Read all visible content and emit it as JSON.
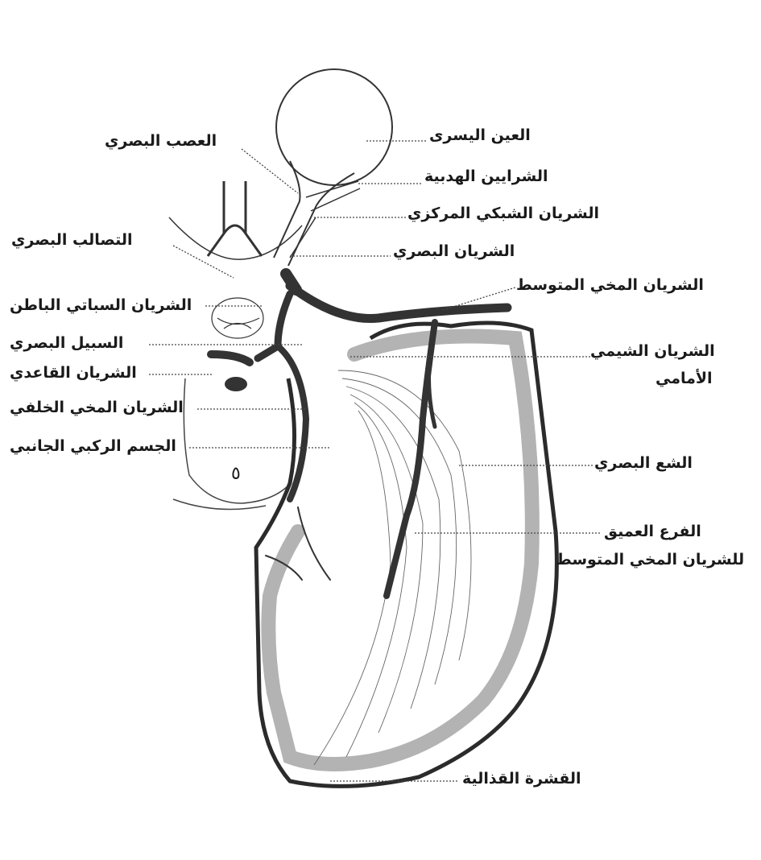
{
  "labels": {
    "left_eye": "العين اليسرى",
    "ciliary_arteries": "الشرايين الهدبية",
    "central_retinal_artery": "الشريان الشبكي المركزي",
    "ophthalmic_artery": "الشريان البصري",
    "middle_cerebral_artery": "الشريان المخي المتوسط",
    "anterior_choroidal_artery_line1": "الشريان الشيمي",
    "anterior_choroidal_artery_line2": "الأمامي",
    "optic_radiation": "الشع البصري",
    "deep_branch_line1": "الفرع العميق",
    "deep_branch_line2": "للشريان المخي المتوسط",
    "calcarine_cortex": "القشرة القذالية",
    "optic_nerve": "العصب البصري",
    "optic_chiasm": "التصالب البصري",
    "internal_carotid_artery": "الشريان السباتي الباطن",
    "optic_tract": "السبيل البصري",
    "basilar_artery": "الشريان القاعدي",
    "posterior_cerebral_artery": "الشريان المخي الخلفي",
    "lateral_geniculate_body": "الجسم الركبي الجانبي",
    "brainstem_numeral": "٥"
  },
  "colors": {
    "outline": "#2b2b2b",
    "artery": "#333333",
    "cortex_gray": "#b3b3b3",
    "thin_line": "#555555",
    "leader": "#444444"
  }
}
